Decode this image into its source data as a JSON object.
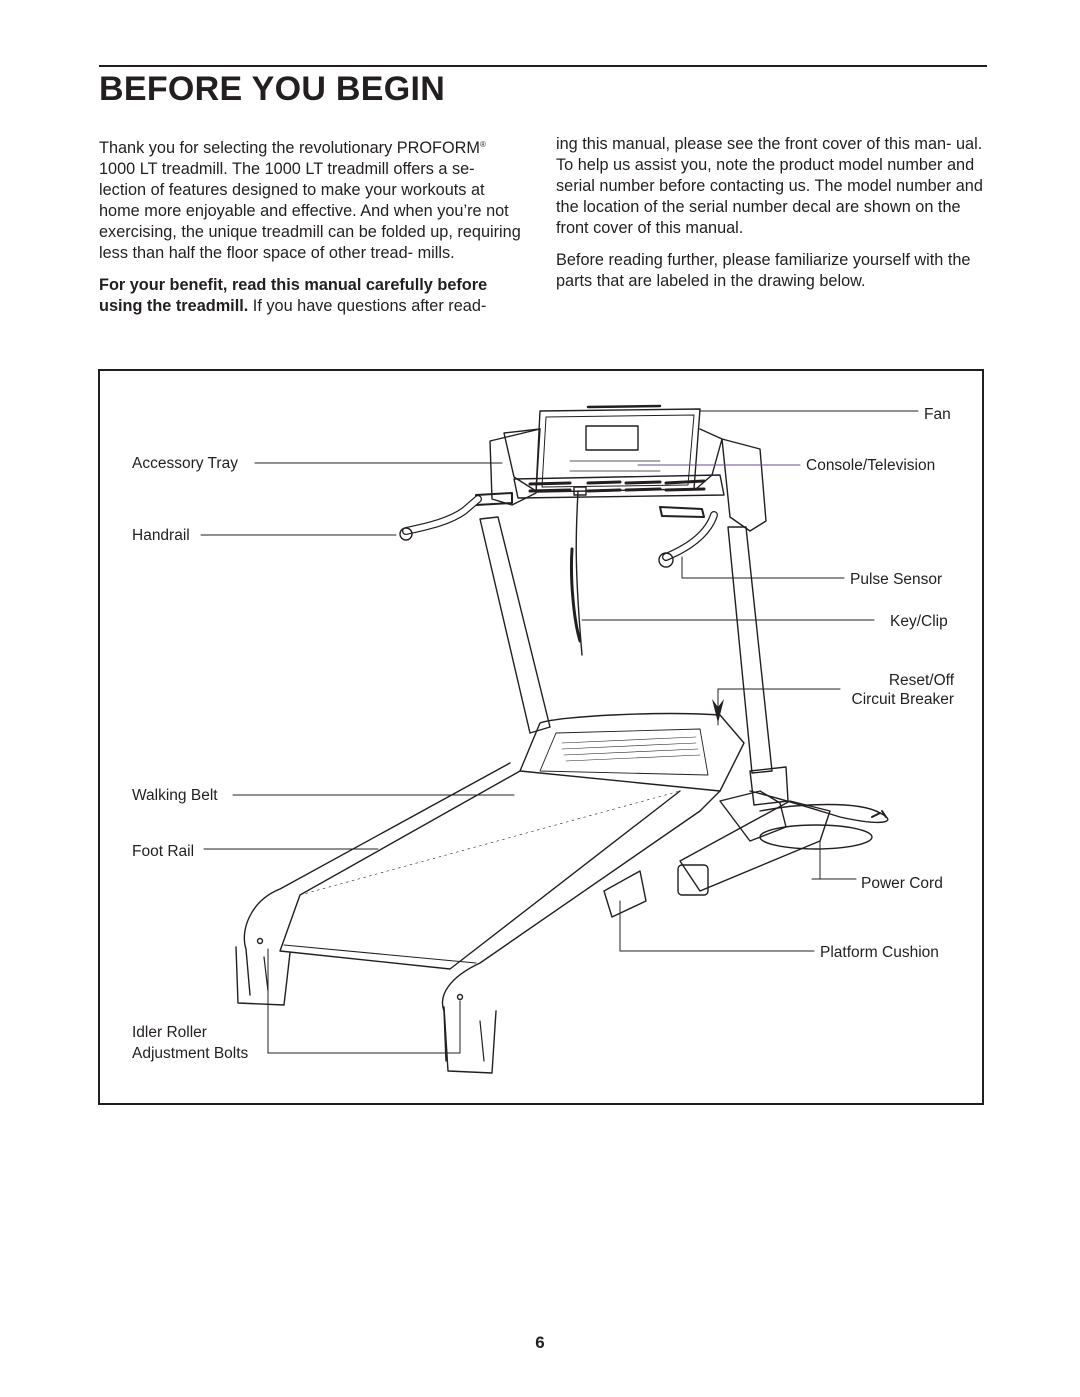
{
  "page": {
    "title": "BEFORE YOU BEGIN",
    "page_number": "6"
  },
  "intro": {
    "p1_a": "Thank you for selecting the revolutionary PROFORM",
    "p1_reg": "®",
    "p1_b": " 1000 LT treadmill. The 1000 LT treadmill offers a se- lection of features designed to make your workouts at home more enjoyable and effective. And when you’re not exercising, the unique treadmill can be folded up, requiring less than half the floor space of other tread- mills.",
    "p2_bold": "For your benefit, read this manual carefully before using the treadmill.",
    "p2_rest": " If you have questions after read- ing this manual, please see the front cover of this man- ual. To help us assist you, note the product model number and serial number before contacting us. The model number and the location of the serial number decal are shown on the front cover of this manual.",
    "p3": "Before reading further, please familiarize yourself with the parts that are labeled in the drawing below."
  },
  "labels": {
    "fan": "Fan",
    "accessory_tray": "Accessory Tray",
    "console_television": "Console/Television",
    "handrail": "Handrail",
    "pulse_sensor": "Pulse Sensor",
    "key_clip": "Key/Clip",
    "reset_off": "Reset/Off",
    "circuit_breaker": "Circuit Breaker",
    "walking_belt": "Walking Belt",
    "foot_rail": "Foot Rail",
    "power_cord": "Power Cord",
    "platform_cushion": "Platform Cushion",
    "idler_roller": "Idler Roller",
    "adjustment_bolts": "Adjustment Bolts"
  }
}
